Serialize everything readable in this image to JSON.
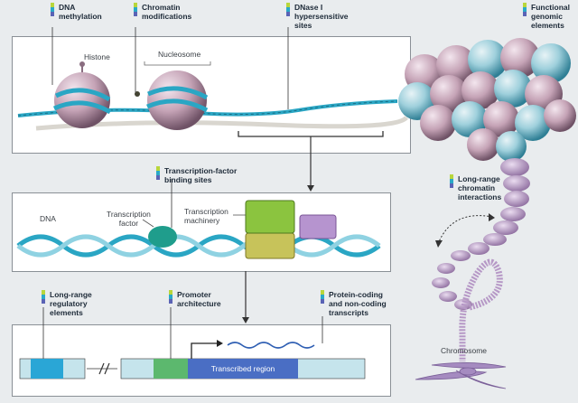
{
  "colors": {
    "functional": "#b8d63b",
    "genomic": "#2aa9c8",
    "elements": "#5a63b5",
    "dna": "#28a6c4",
    "histone": "#b99aa6",
    "chromosome": "#a58bc0"
  },
  "legend": {
    "functional": "Functional",
    "genomic": "genomic",
    "elements": "elements"
  },
  "top_labels": {
    "dna_methylation": [
      "DNA",
      "methylation"
    ],
    "chromatin_mod": [
      "Chromatin",
      "modifications"
    ],
    "dnase": [
      "DNase I",
      "hypersensitive",
      "sites"
    ]
  },
  "panel1": {
    "histone": "Histone",
    "nucleosome": "Nucleosome"
  },
  "tf_binding": [
    "Transcription-factor",
    "binding sites"
  ],
  "panel2": {
    "dna": "DNA",
    "tf": [
      "Transcription",
      "factor"
    ],
    "machinery": [
      "Transcription",
      "machinery"
    ]
  },
  "long_range_chromatin": [
    "Long-range",
    "chromatin",
    "interactions"
  ],
  "bottom_labels": {
    "regulatory": [
      "Long-range",
      "regulatory",
      "elements"
    ],
    "promoter": [
      "Promoter",
      "architecture"
    ],
    "transcripts": [
      "Protein-coding",
      "and non-coding",
      "transcripts"
    ]
  },
  "panel3": {
    "transcribed": "Transcribed region"
  },
  "chromosome": "Chromosome"
}
